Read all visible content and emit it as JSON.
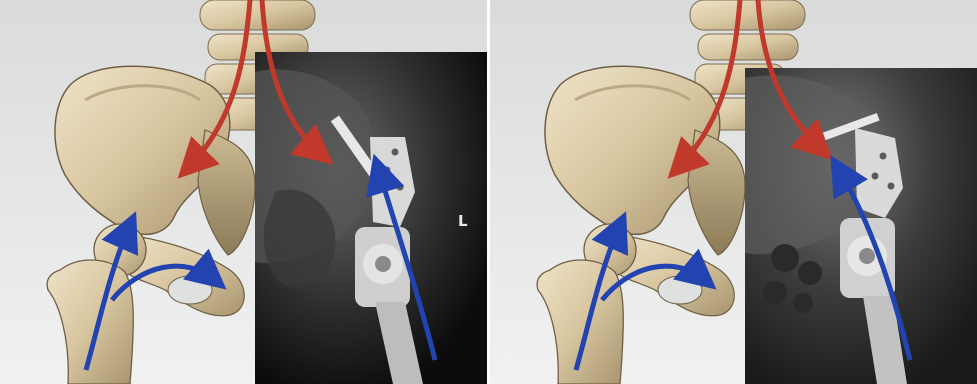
{
  "image": {
    "description_tags": [
      "pelvis-bone-illustration",
      "hip-xray",
      "prosthesis-implant"
    ],
    "panels": [
      {
        "id": "left",
        "xray_marker": "L"
      },
      {
        "id": "right",
        "xray_marker": ""
      }
    ],
    "colors": {
      "force_arrow_red": "#c0392b",
      "force_arrow_blue": "#2343b0",
      "bone": "#d9c8a5",
      "xray_background": "#0c0c0c"
    }
  }
}
